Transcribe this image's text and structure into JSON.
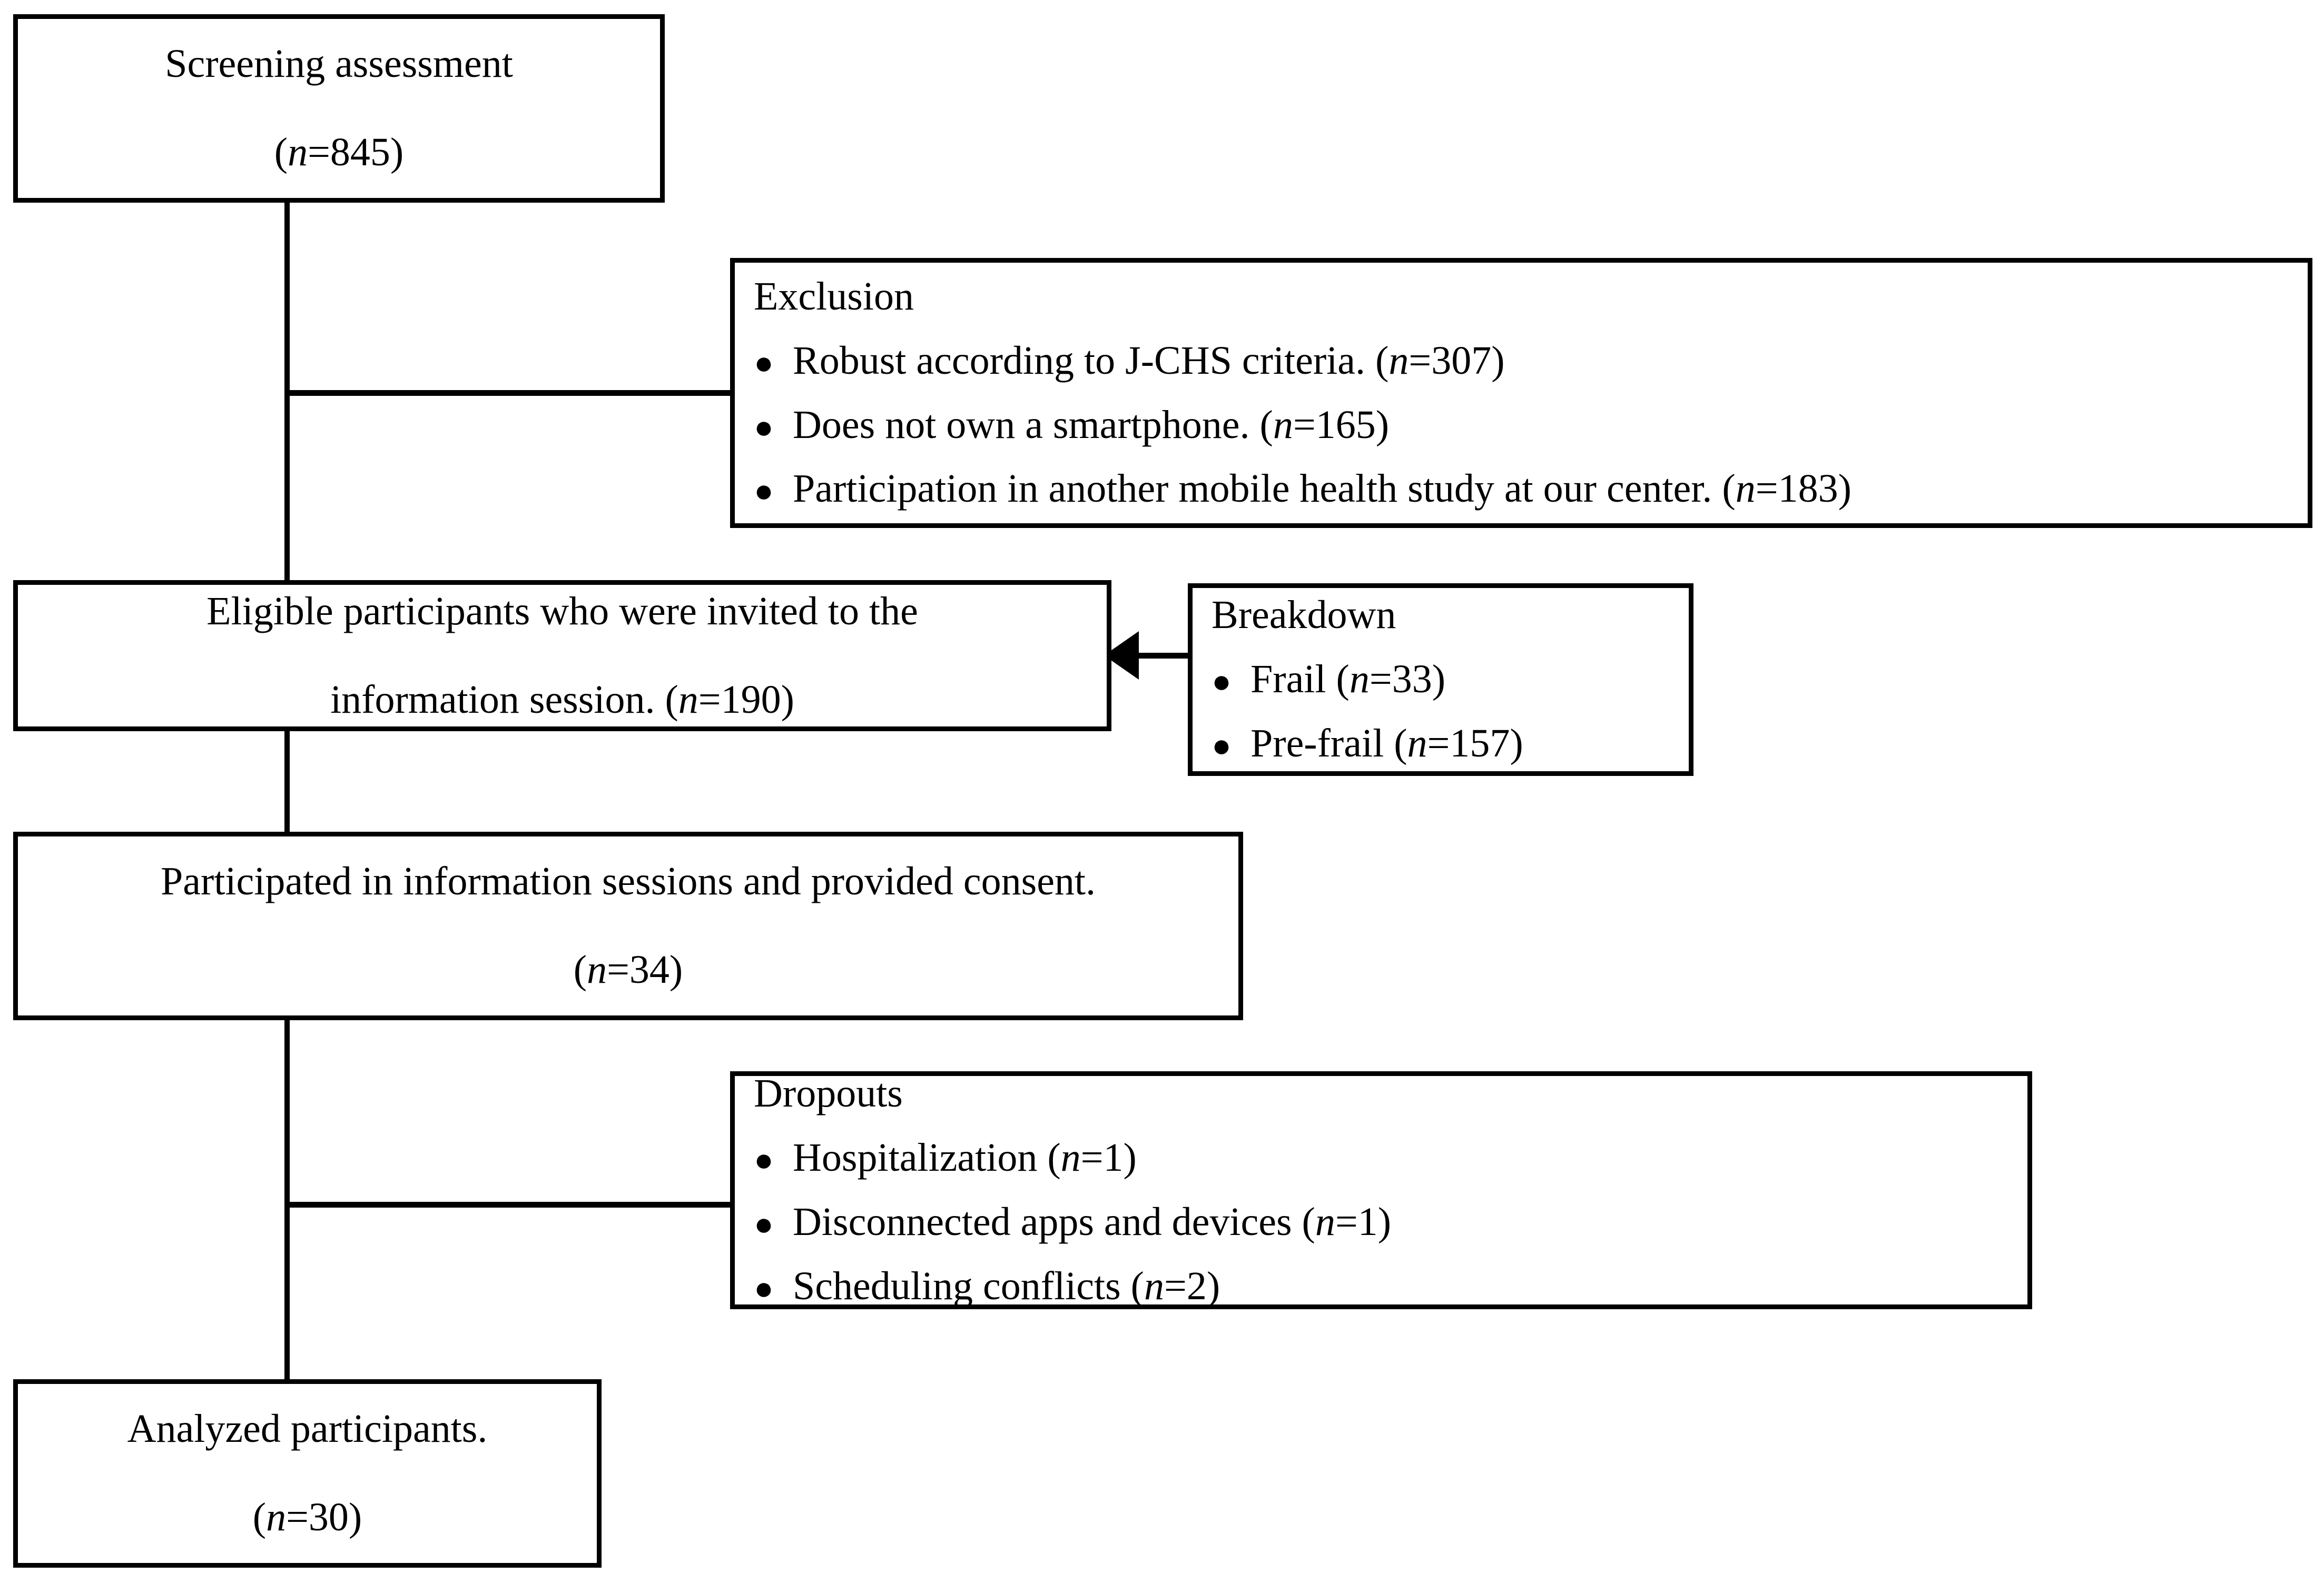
{
  "diagram": {
    "type": "participant-flow-chart",
    "bullet_glyph": "●",
    "line_color": "#000000",
    "background_color": "#ffffff",
    "nodes": {
      "screening": {
        "line1": "Screening assessment",
        "line2_prefix": "(",
        "line2_italic": "n",
        "line2_suffix": "=845)"
      },
      "exclusion": {
        "heading": "Exclusion",
        "items": [
          {
            "text": "Robust according to J-CHS criteria. (",
            "italic": "n",
            "suffix": "=307)"
          },
          {
            "text": "Does not own a smartphone. (",
            "italic": "n",
            "suffix": "=165)"
          },
          {
            "text": "Participation in another mobile health study at our center. (",
            "italic": "n",
            "suffix": "=183)"
          }
        ]
      },
      "eligible": {
        "line1": "Eligible participants who were invited to the",
        "line2_prefix": "information session. (",
        "line2_italic": "n",
        "line2_suffix": "=190)"
      },
      "breakdown": {
        "heading": "Breakdown",
        "items": [
          {
            "text": "Frail (",
            "italic": "n",
            "suffix": "=33)"
          },
          {
            "text": "Pre-frail (",
            "italic": "n",
            "suffix": "=157)"
          }
        ]
      },
      "participated": {
        "line1": "Participated in information sessions and provided consent.",
        "line2_prefix": "(",
        "line2_italic": "n",
        "line2_suffix": "=34)"
      },
      "dropouts": {
        "heading": "Dropouts",
        "items": [
          {
            "text": "Hospitalization (",
            "italic": "n",
            "suffix": "=1)"
          },
          {
            "text": "Disconnected apps and devices (",
            "italic": "n",
            "suffix": "=1)"
          },
          {
            "text": "Scheduling conflicts (",
            "italic": "n",
            "suffix": "=2)"
          }
        ]
      },
      "analyzed": {
        "line1": "Analyzed participants.",
        "line2_prefix": "(",
        "line2_italic": "n",
        "line2_suffix": "=30)"
      }
    }
  }
}
